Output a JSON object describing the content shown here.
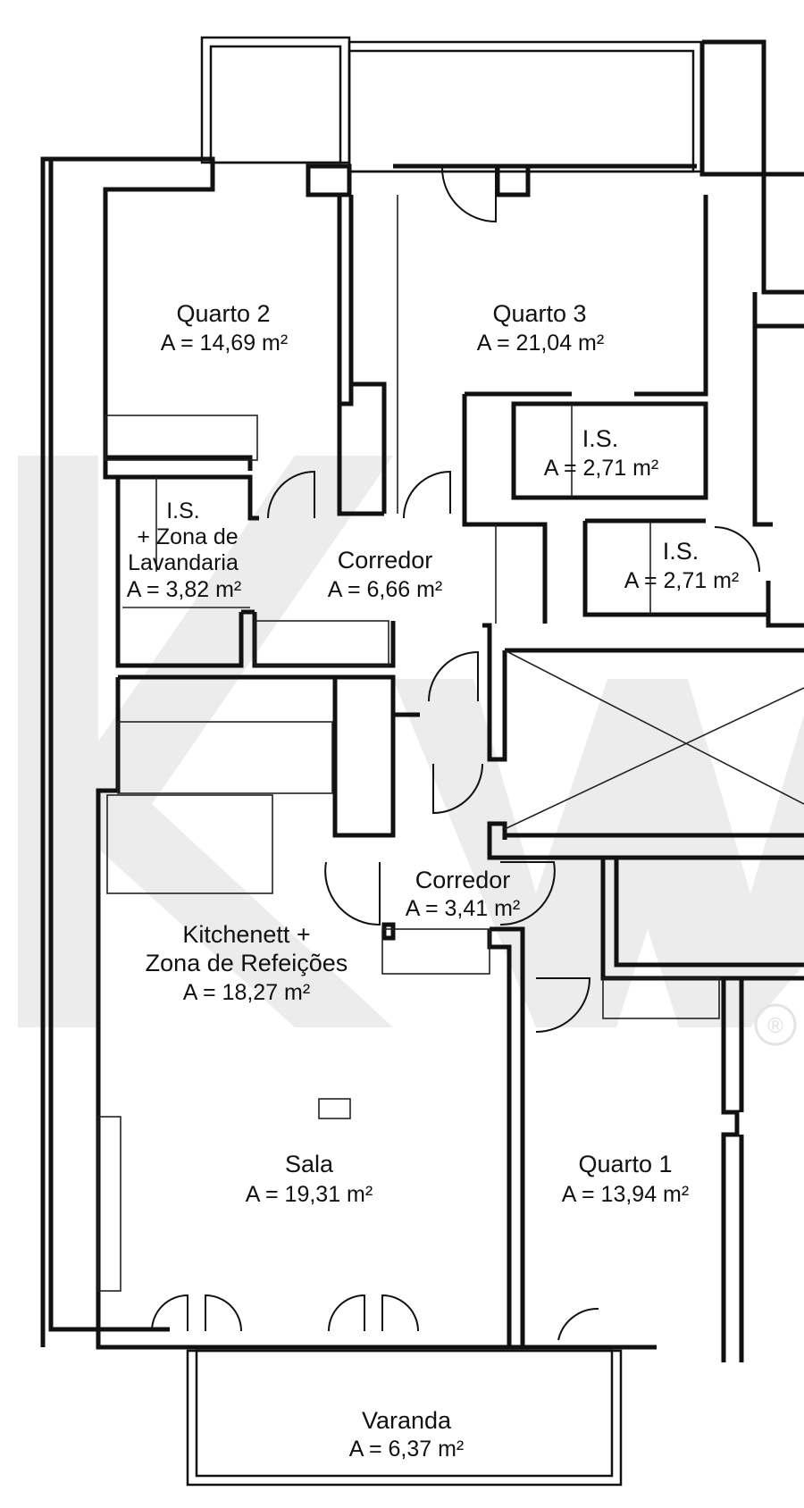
{
  "rooms": [
    {
      "id": "quarto2",
      "name": "Quarto 2",
      "area": "A = 14,69 m²"
    },
    {
      "id": "quarto3",
      "name": "Quarto 3",
      "area": "A = 21,04 m²"
    },
    {
      "id": "is1",
      "name": "I.S.",
      "area": "A = 2,71 m²"
    },
    {
      "id": "is2",
      "name": "I.S.",
      "area": "A = 2,71 m²"
    },
    {
      "id": "islav",
      "name_lines": [
        "I.S.",
        "+ Zona de",
        "Lavandaria"
      ],
      "area": "A = 3,82 m²"
    },
    {
      "id": "corredor1",
      "name": "Corredor",
      "area": "A = 6,66 m²"
    },
    {
      "id": "corredor2",
      "name": "Corredor",
      "area": "A = 3,41 m²"
    },
    {
      "id": "kitchen",
      "name_lines": [
        "Kitchenett +",
        "Zona de Refeições"
      ],
      "area": "A = 18,27 m²"
    },
    {
      "id": "sala",
      "name": "Sala",
      "area": "A = 19,31 m²"
    },
    {
      "id": "quarto1",
      "name": "Quarto 1",
      "area": "A = 13,94 m²"
    },
    {
      "id": "varanda",
      "name": "Varanda",
      "area": "A = 6,37 m²"
    }
  ],
  "watermark": {
    "brand": "KW",
    "mark": "®"
  },
  "colors": {
    "wall": "#111111",
    "watermark": "#ececec",
    "background": "#ffffff"
  }
}
